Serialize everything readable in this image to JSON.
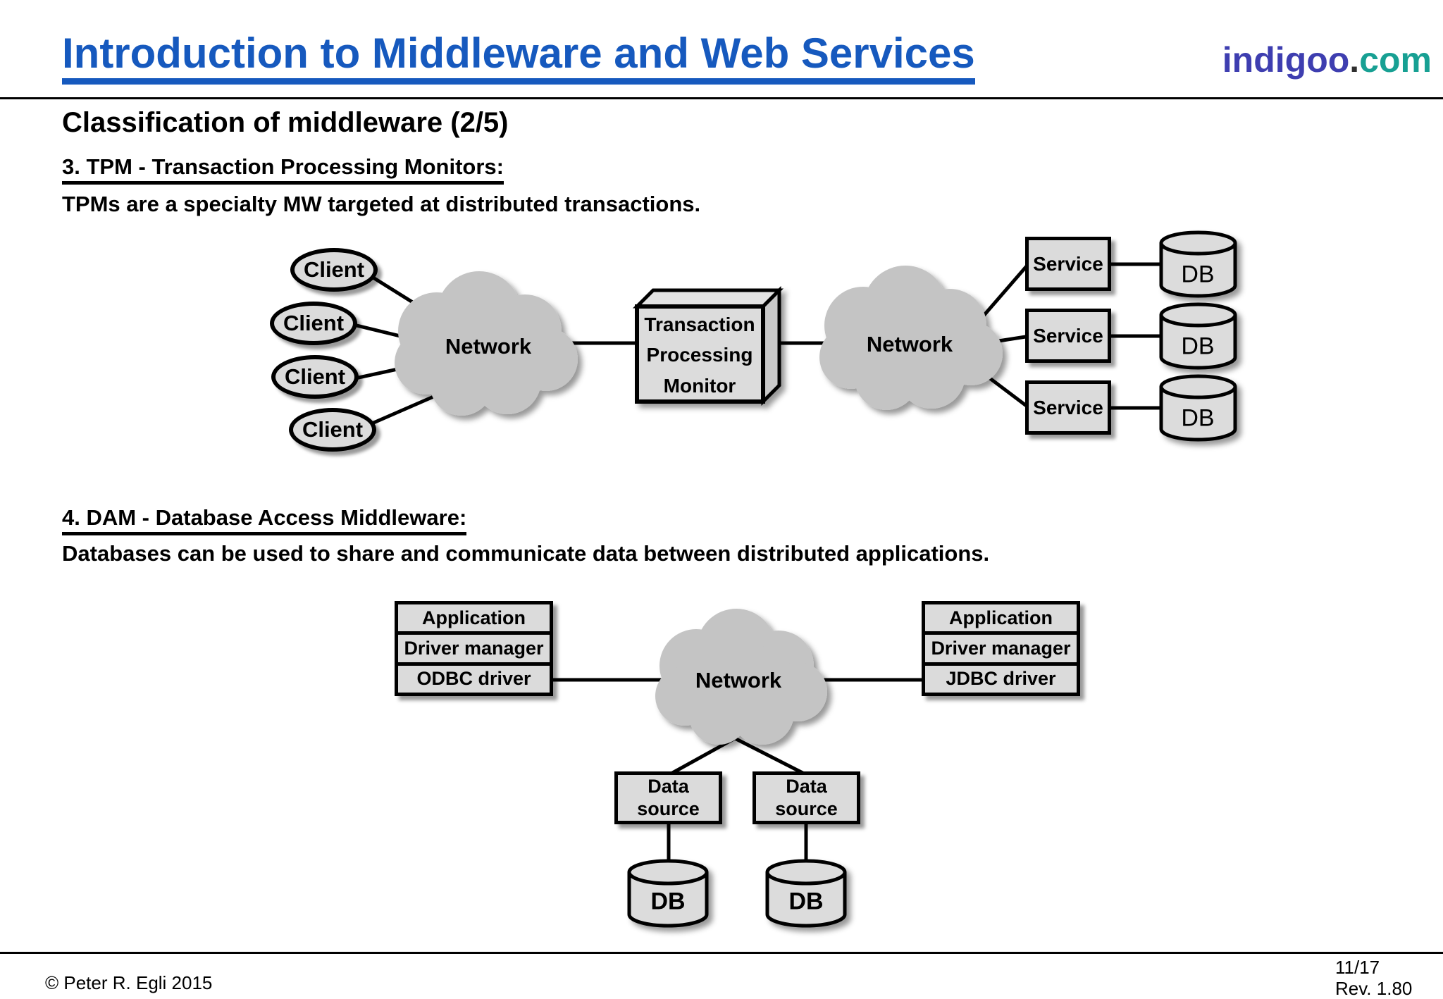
{
  "header": {
    "title": "Introduction to Middleware and Web Services",
    "logo": {
      "name": "indigoo",
      "dot": ".",
      "tld": "com"
    }
  },
  "slide": {
    "heading": "Classification of middleware (2/5)",
    "tpm_section": {
      "title": "3. TPM - Transaction Processing Monitors:",
      "description": "TPMs are a specialty MW targeted at distributed transactions."
    },
    "dam_section": {
      "title": "4. DAM - Database Access Middleware:",
      "description": "Databases can be used to share and communicate data between distributed applications."
    }
  },
  "tpm_diagram": {
    "client_label": "Client",
    "network_left_label": "Network",
    "network_right_label": "Network",
    "monitor_lines": [
      "Transaction",
      "Processing",
      "Monitor"
    ],
    "service_label": "Service",
    "db_label": "DB"
  },
  "dam_diagram": {
    "left_stack": [
      "Application",
      "Driver manager",
      "ODBC driver"
    ],
    "right_stack": [
      "Application",
      "Driver manager",
      "JDBC driver"
    ],
    "network_label": "Network",
    "datasource_lines": [
      "Data",
      "source"
    ],
    "db_label": "DB"
  },
  "footer": {
    "copyright": "© Peter R. Egli 2015",
    "page": "11/17",
    "revision": "Rev. 1.80"
  },
  "colors": {
    "title_blue": "#1659BE",
    "logo_indigo": "#3E3EB0",
    "logo_teal": "#17A093",
    "shape_fill": "#DBDBDB",
    "cloud_fill": "#C4C4C4"
  }
}
